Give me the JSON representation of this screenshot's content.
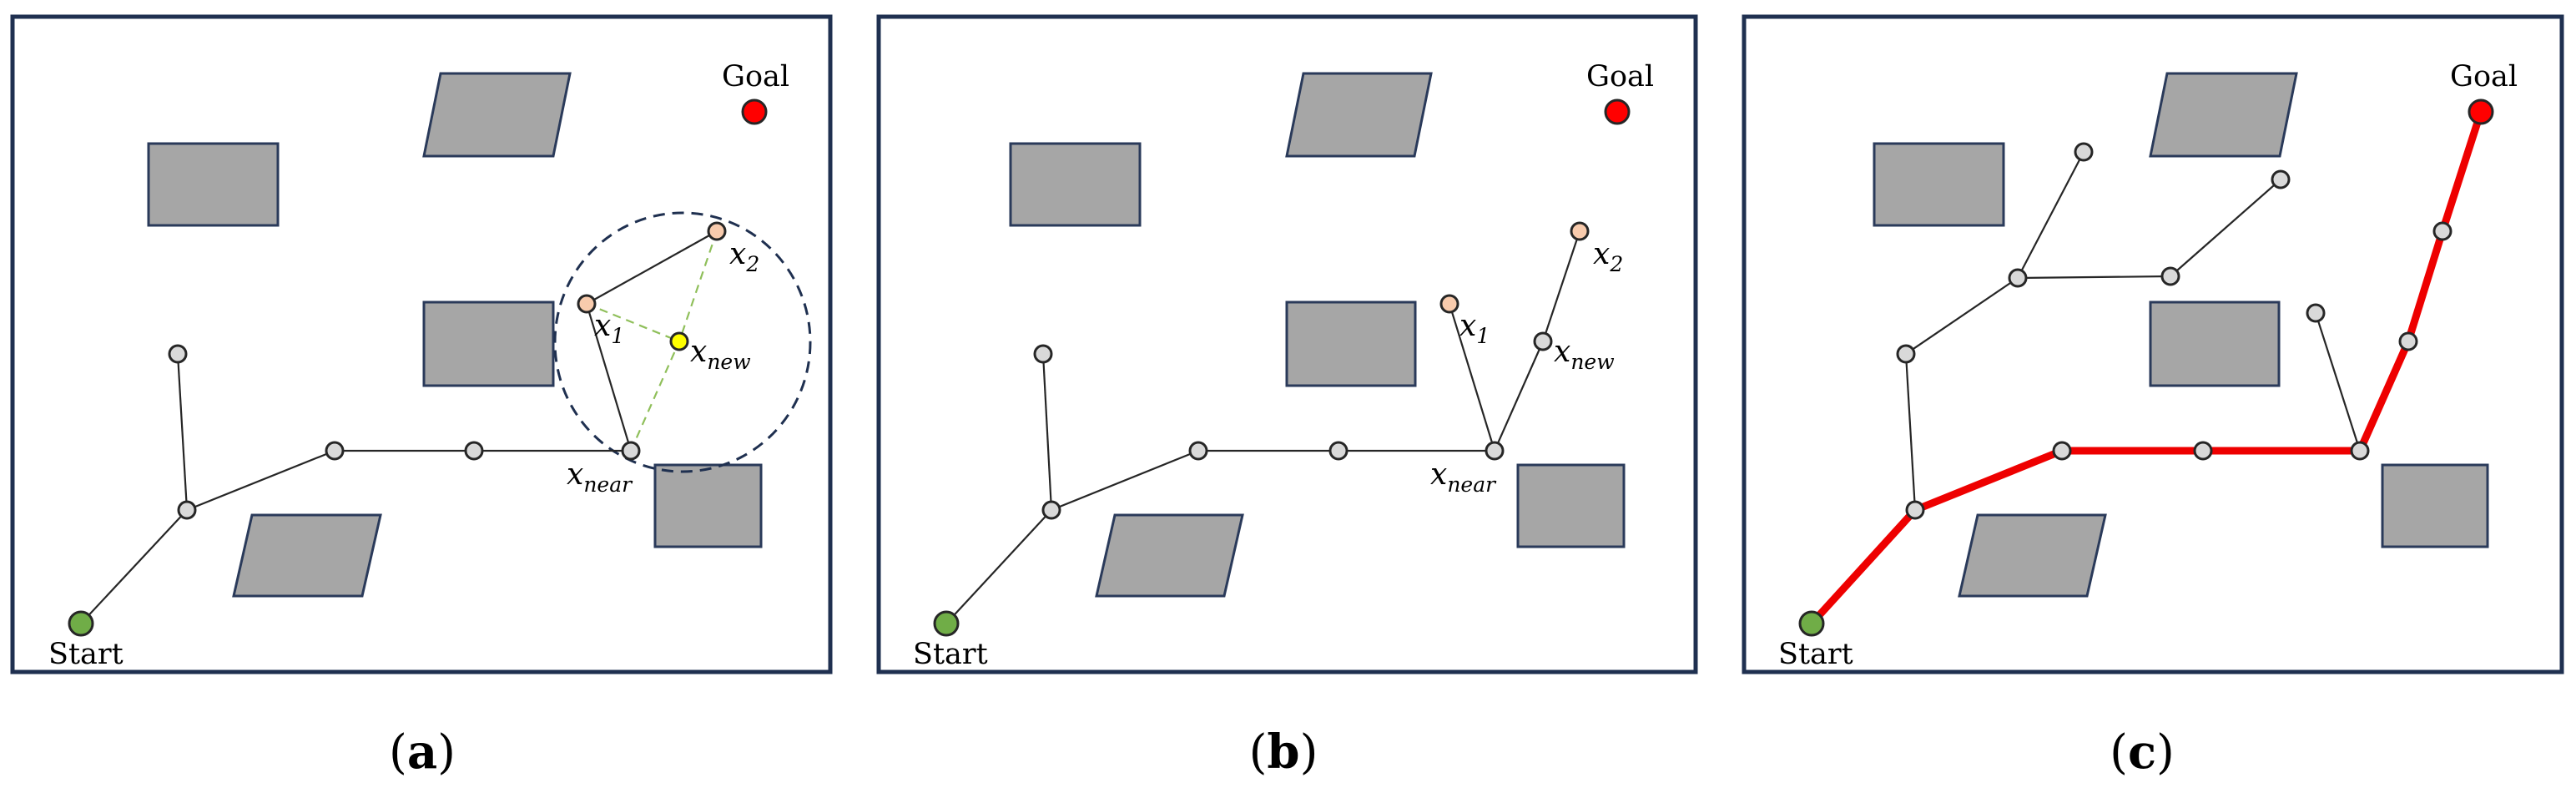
{
  "labels": {
    "start": "Start",
    "goal": "Goal",
    "x": "x",
    "sub_1": "1",
    "sub_2": "2",
    "sub_new": "new",
    "sub_near": "near"
  },
  "panels": [
    {
      "letter": "a",
      "paren_open": "(",
      "paren_close": ")"
    },
    {
      "letter": "b",
      "paren_open": "(",
      "paren_close": ")"
    },
    {
      "letter": "c",
      "paren_open": "(",
      "paren_close": ")"
    }
  ],
  "colors": {
    "frame": "#1f3050",
    "obstacle": "#a6a6a6",
    "tree_node": "#d9d9d9",
    "candidate_node": "#f8cbad",
    "new_node": "#ffff00",
    "start_node": "#70ad47",
    "goal_node": "#ff0000",
    "final_path": "#ee0000"
  }
}
